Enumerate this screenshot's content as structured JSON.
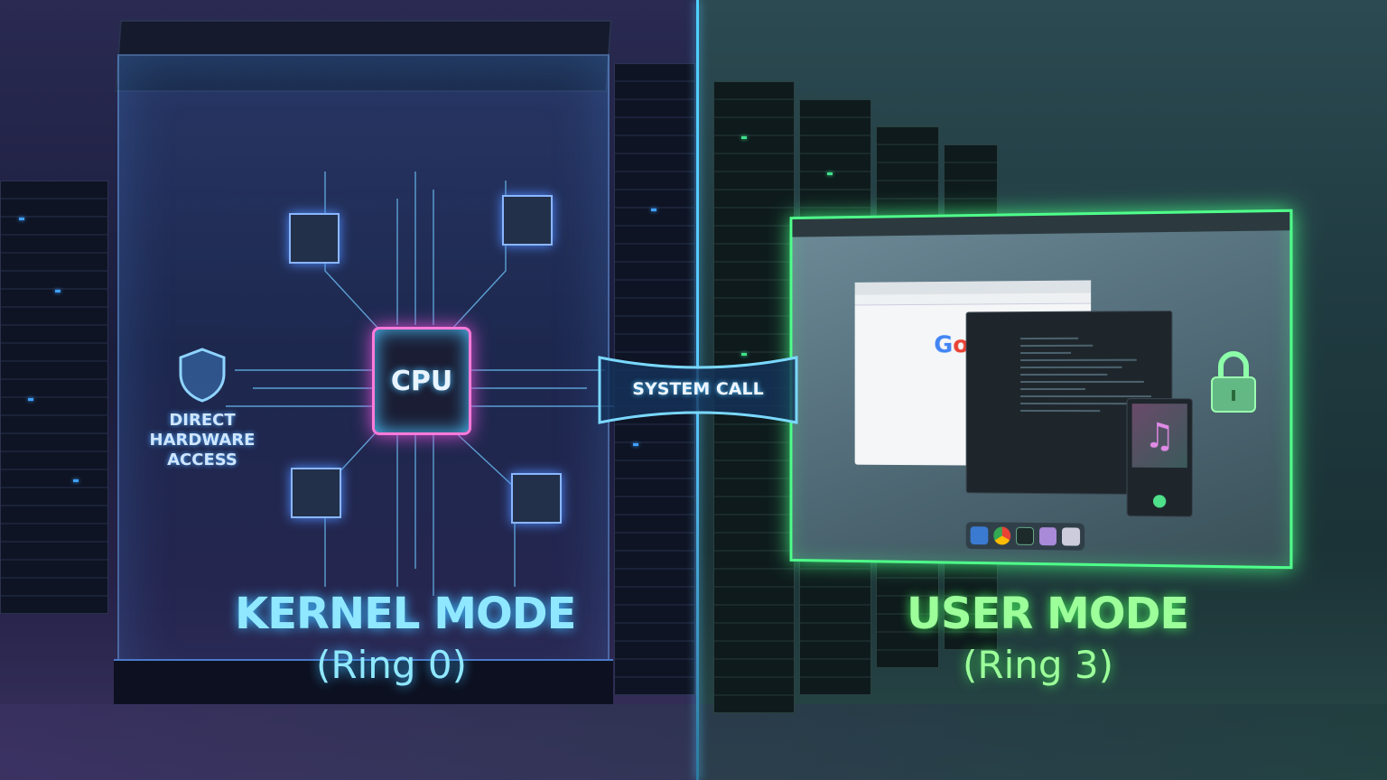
{
  "kernel": {
    "side_label": "DIRECT HARDWARE ACCESS",
    "line1": "DIRECT",
    "line2": "HARDWARE",
    "line3": "ACCESS",
    "chip_label": "CPU",
    "title": "KERNEL MODE",
    "subtitle": "(Ring 0)",
    "accent": "#4fc3ff",
    "icons": [
      "shield-icon",
      "cpu-icon",
      "circuit-board"
    ]
  },
  "bridge": {
    "label": "SYSTEM CALL"
  },
  "user": {
    "title": "USER MODE",
    "subtitle": "(Ring 3)",
    "accent": "#4fff8a",
    "browser_logo": "Goo",
    "icons": [
      "lock-icon",
      "music-note-icon",
      "finder-icon",
      "chrome-icon",
      "terminal-icon",
      "gallery-icon",
      "trash-icon"
    ]
  }
}
